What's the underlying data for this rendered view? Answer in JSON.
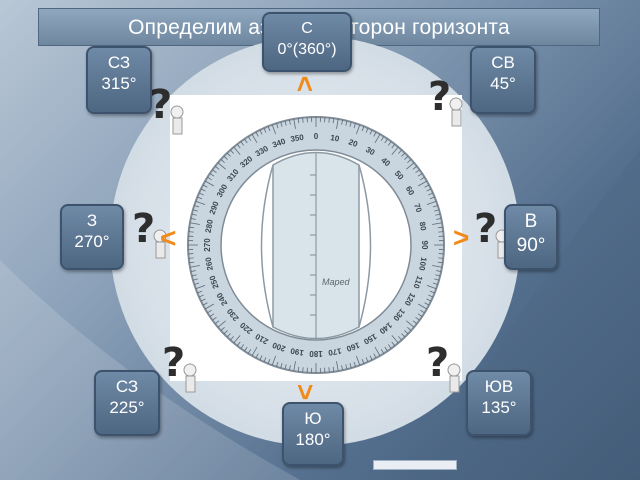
{
  "title": "Определим азимуты сторон горизонта",
  "directions": {
    "north": {
      "name": "С",
      "azimuth": "0°(360°)"
    },
    "northeast": {
      "name": "СВ",
      "azimuth": "45°"
    },
    "east": {
      "name": "В",
      "azimuth": "90°"
    },
    "southeast": {
      "name": "ЮВ",
      "azimuth": "135°"
    },
    "south": {
      "name": "Ю",
      "azimuth": "180°"
    },
    "southwest": {
      "name": "СЗ",
      "azimuth": "225°"
    },
    "west": {
      "name": "З",
      "azimuth": "270°"
    },
    "northwest": {
      "name": "СЗ",
      "azimuth": "315°"
    }
  },
  "protractor": {
    "outer_ticks": [
      "0",
      "10",
      "20",
      "30",
      "40",
      "50",
      "60",
      "70",
      "80",
      "90",
      "100",
      "110",
      "120",
      "130",
      "140",
      "150",
      "160",
      "170",
      "180",
      "190",
      "200",
      "210",
      "220",
      "230",
      "240",
      "250",
      "260",
      "270",
      "280",
      "290",
      "300",
      "310",
      "320",
      "330",
      "340",
      "350"
    ],
    "brand": "Maped"
  },
  "colors": {
    "button": "#5a7491",
    "arrow": "#f28a1a",
    "title_bar": "#7d96ae"
  },
  "icons": [
    "question-mark-figure-icon",
    "arrow-icon",
    "protractor-icon"
  ]
}
